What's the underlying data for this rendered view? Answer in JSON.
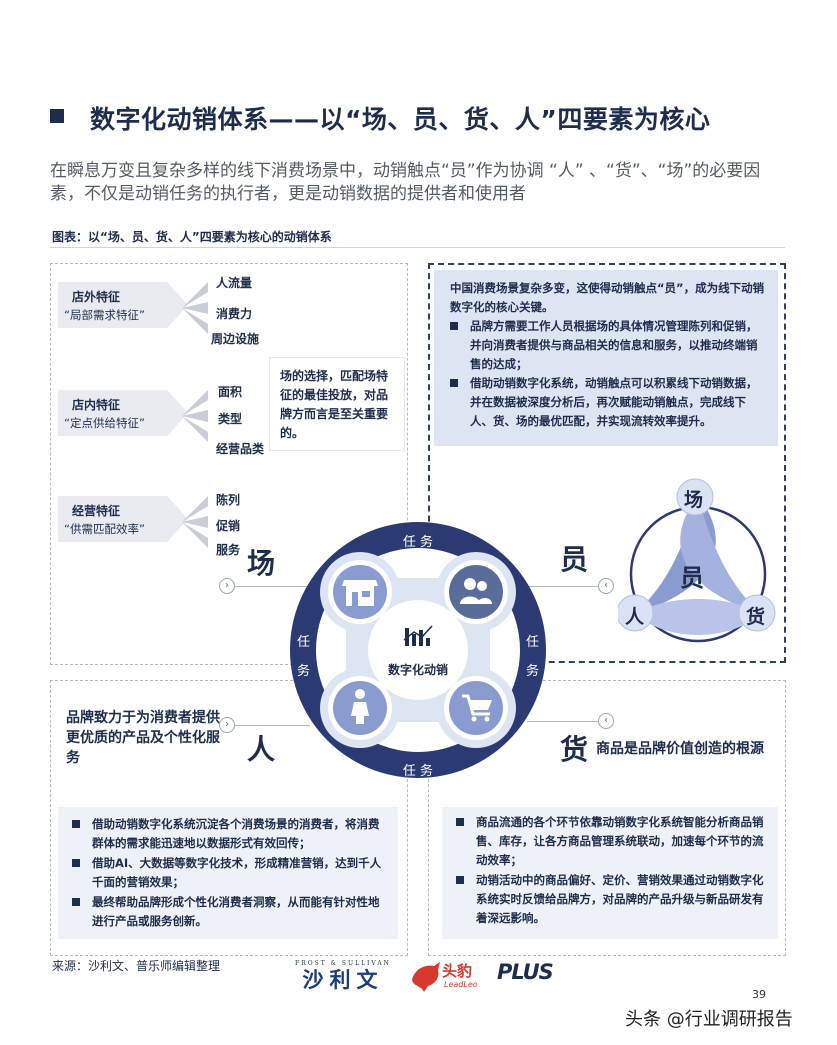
{
  "header": {
    "title": "数字化动销体系——以“场、员、货、人”四要素为核心",
    "subtitle": "在瞬息万变且复杂多样的线下消费场景中，动销触点“员”作为协调 “人” 、“货”、“场”的必要因素，不仅是动销任务的执行者，更是动销数据的提供者和使用者"
  },
  "figure": {
    "label": "图表：以“场、员、货、人”四要素为核心的动销体系"
  },
  "top_left": {
    "groups": [
      {
        "title": "店外特征",
        "sub": "“局部需求特征”",
        "features": [
          "人流量",
          "消费力",
          "周边设施"
        ]
      },
      {
        "title": "店内特征",
        "sub": "“定点供给特征”",
        "features": [
          "面积",
          "类型",
          "经营品类"
        ]
      },
      {
        "title": "经营特征",
        "sub": "“供需匹配效率”",
        "features": [
          "陈列",
          "促销",
          "服务"
        ]
      }
    ],
    "note": "场的选择，匹配场特征的最佳投放，对品牌方而言是至关重要的。",
    "label": "场"
  },
  "top_right": {
    "intro": "中国消费场景复杂多变，这使得动销触点“员”，成为线下动销数字化的核心关键。",
    "bullets": [
      "品牌方需要工作人员根据场的具体情况管理陈列和促销，并向消费者提供与商品相关的信息和服务，以推动终端销售的达成；",
      "借助动销数字化系统，动销触点可以积累线下动销数据，并在数据被深度分析后，再次赋能动销触点，完成线下人、货、场的最优匹配，并实现流转效率提升。"
    ],
    "label": "员",
    "triangle": {
      "center": "员",
      "top": "场",
      "left": "人",
      "right": "货"
    }
  },
  "wheel": {
    "center": "数字化动销",
    "task_top": "任 务",
    "task_bottom": "任 务",
    "task_left": [
      "任",
      "务"
    ],
    "task_right": [
      "任",
      "务"
    ]
  },
  "bottom_left": {
    "label": "人",
    "headline": "品牌致力于为消费者提供更优质的产品及个性化服务",
    "bullets": [
      "借助动销数字化系统沉淀各个消费场景的消费者，将消费群体的需求能迅速地以数据形式有效回传；",
      "借助AI、大数据等数字化技术，形成精准营销，达到千人千面的营销效果；",
      "最终帮助品牌形成个性化消费者洞察，从而能有针对性地进行产品或服务创新。"
    ]
  },
  "bottom_right": {
    "label": "货",
    "headline": "商品是品牌价值创造的根源",
    "bullets": [
      "商品流通的各个环节依靠动销数字化系统智能分析商品销售、库存，让各方商品管理系统联动，加速每个环节的流动效率；",
      "动销活动中的商品偏好、定价、营销效果通过动销数字化系统实时反馈给品牌方，对品牌的产品升级与新品研发有着深远影响。"
    ]
  },
  "footer": {
    "source": "来源：沙利文、普乐师编辑整理",
    "logo_frost_top": "FROST & SULLIVAN",
    "logo_frost_main": "沙利文",
    "logo_leo_main": "头豹",
    "logo_leo_sub": "LeadLeo",
    "logo_plus": "PLUS",
    "page_number": "39",
    "watermark": "头条 @行业调研报告"
  },
  "colors": {
    "navy": "#1f2d4d",
    "accent_blue": "#2e3f6e",
    "light_panel": "#dde4f2",
    "wheel_ring": "#2b3a73"
  }
}
